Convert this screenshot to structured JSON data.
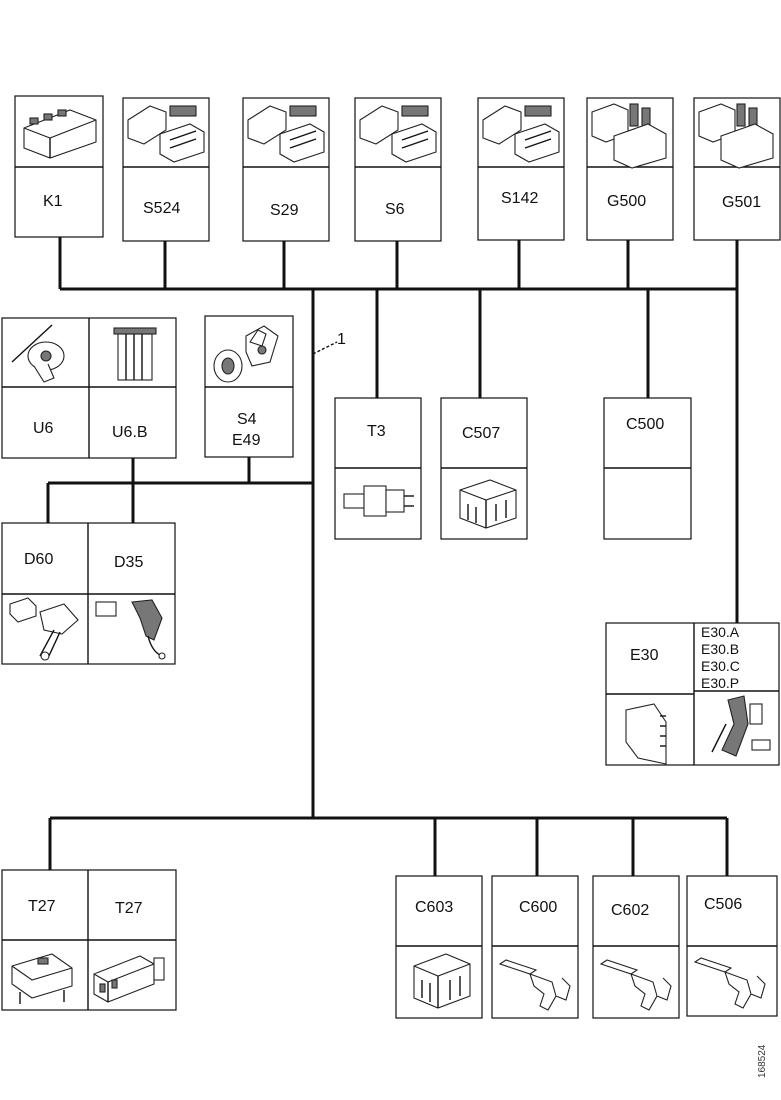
{
  "harness": {
    "callout": "1",
    "watermark": "168524"
  },
  "connectors": {
    "k1": "K1",
    "s524": "S524",
    "s29": "S29",
    "s6": "S6",
    "s142": "S142",
    "g500": "G500",
    "g501": "G501",
    "u6": "U6",
    "u6b": "U6.B",
    "s4": "S4",
    "e49": "E49",
    "t3": "T3",
    "c507": "C507",
    "c500": "C500",
    "d60": "D60",
    "d35": "D35",
    "e30": "E30",
    "e30a": "E30.A",
    "e30b": "E30.B",
    "e30c": "E30.C",
    "e30p": "E30.P",
    "t27a": "T27",
    "t27b": "T27",
    "c603": "C603",
    "c600": "C600",
    "c602": "C602",
    "c506": "C506"
  }
}
